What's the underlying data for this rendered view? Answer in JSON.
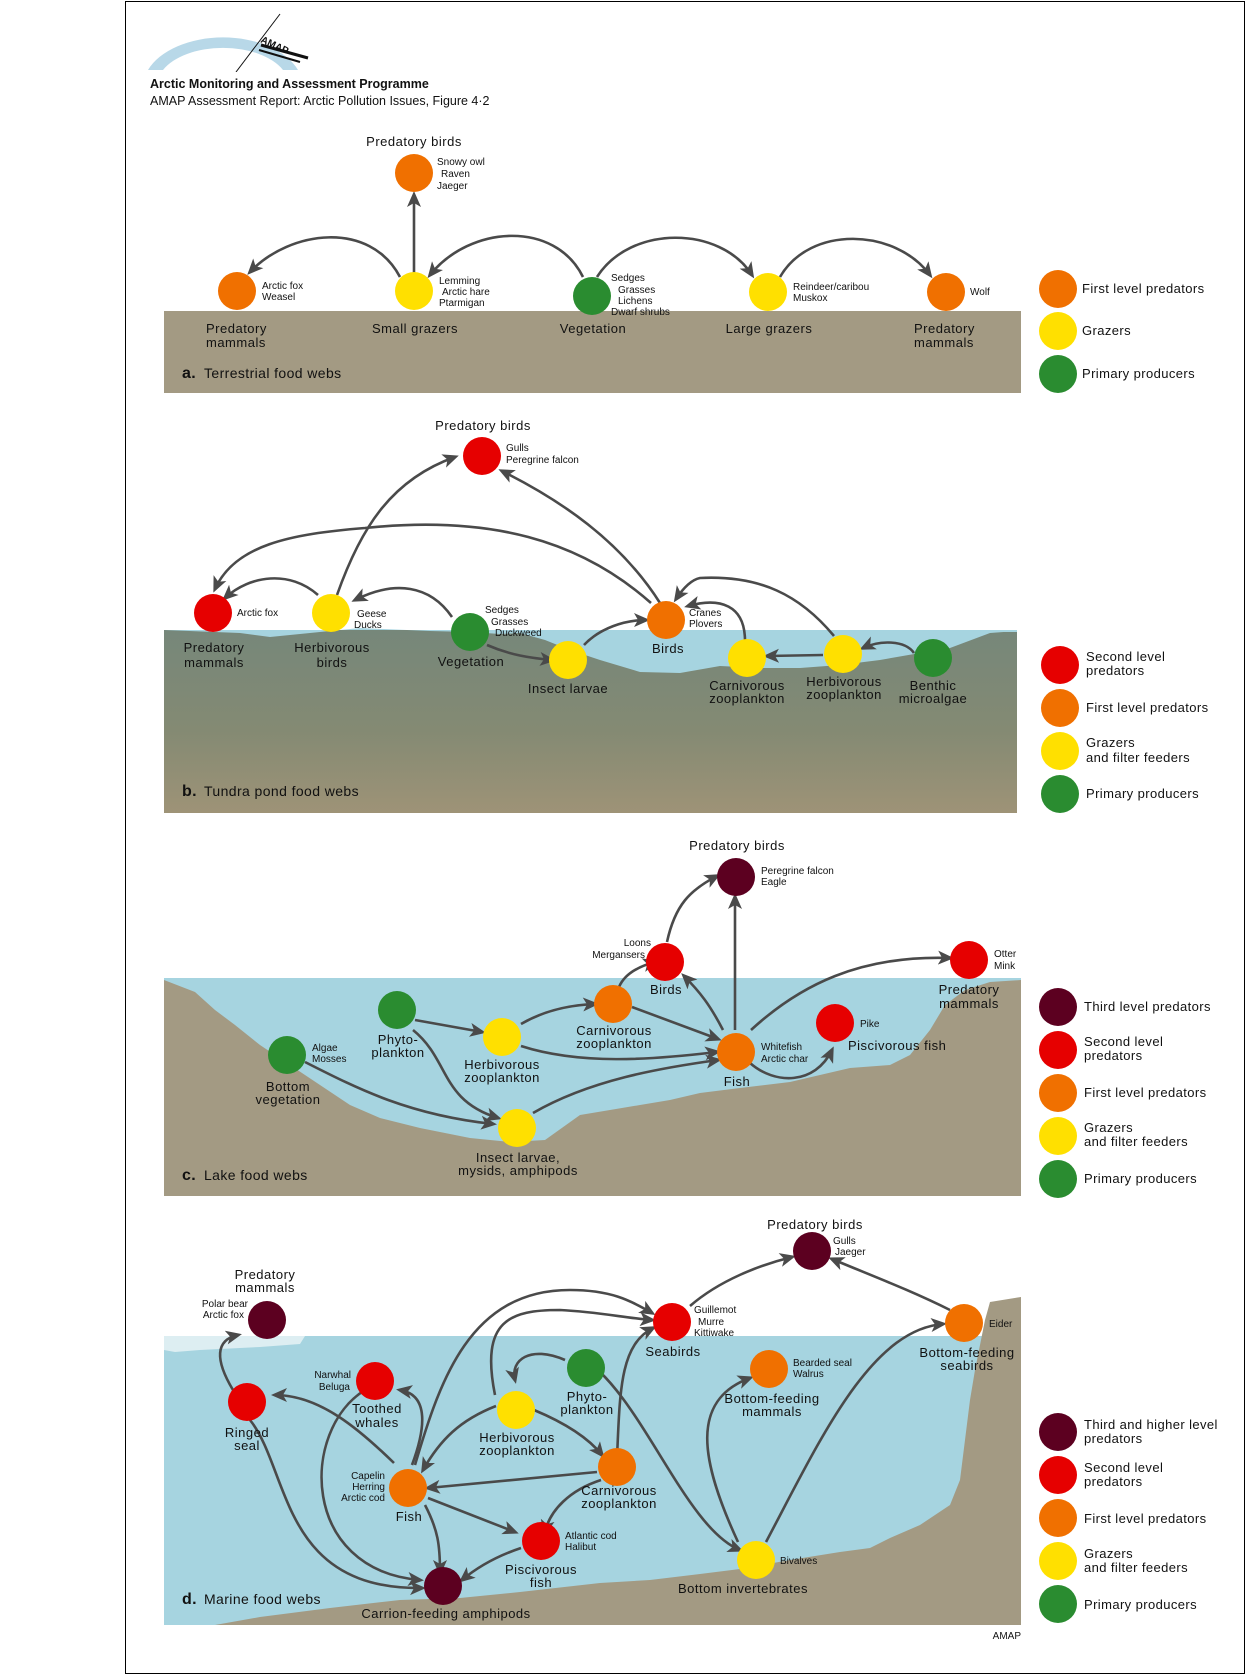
{
  "header": {
    "logo_text": "AMAP",
    "org_title": "Arctic Monitoring and Assessment Programme",
    "report_title": "AMAP Assessment Report: Arctic Pollution Issues, Figure 4·2"
  },
  "colors": {
    "third_level": "#5c0020",
    "second_level": "#e60000",
    "first_level": "#f07000",
    "grazers": "#ffe000",
    "primary": "#2a8c30",
    "ground": "#a39a83",
    "water": "#a6d4e0",
    "pond_ground": "#7d8a78",
    "arrow": "#4a4a4a"
  },
  "panels": {
    "terrestrial": {
      "letter": "a.",
      "title": "Terrestrial food webs",
      "nodes": {
        "predatory_birds": {
          "label": "Predatory birds",
          "species": [
            "Snowy owl",
            "Raven",
            "Jaeger"
          ],
          "level": "first_level"
        },
        "predatory_mammals_left": {
          "label": [
            "Predatory",
            "mammals"
          ],
          "species": [
            "Arctic fox",
            "Weasel"
          ],
          "level": "first_level"
        },
        "small_grazers": {
          "label": "Small grazers",
          "species": [
            "Lemming",
            "Arctic hare",
            "Ptarmigan"
          ],
          "level": "grazers"
        },
        "vegetation": {
          "label": "Vegetation",
          "species": [
            "Sedges",
            "Grasses",
            "Lichens",
            "Dwarf shrubs"
          ],
          "level": "primary"
        },
        "large_grazers": {
          "label": "Large grazers",
          "species": [
            "Reindeer/caribou",
            "Muskox"
          ],
          "level": "grazers"
        },
        "predatory_mammals_right": {
          "label": [
            "Predatory",
            "mammals"
          ],
          "species": [
            "Wolf"
          ],
          "level": "first_level"
        }
      },
      "legend": [
        "First level predators",
        "Grazers",
        "Primary producers"
      ]
    },
    "tundra_pond": {
      "letter": "b.",
      "title": "Tundra pond food webs",
      "nodes": {
        "predatory_birds": {
          "label": "Predatory birds",
          "species": [
            "Gulls",
            "Peregrine falcon"
          ],
          "level": "second_level"
        },
        "predatory_mammals": {
          "label": [
            "Predatory",
            "mammals"
          ],
          "species": [
            "Arctic fox"
          ],
          "level": "second_level"
        },
        "herbivorous_birds": {
          "label": [
            "Herbivorous",
            "birds"
          ],
          "species": [
            "Geese",
            "Ducks"
          ],
          "level": "grazers"
        },
        "vegetation": {
          "label": "Vegetation",
          "species": [
            "Sedges",
            "Grasses",
            "Duckweed"
          ],
          "level": "primary"
        },
        "insect_larvae": {
          "label": "Insect larvae",
          "species": [],
          "level": "grazers"
        },
        "birds": {
          "label": "Birds",
          "species": [
            "Cranes",
            "Plovers"
          ],
          "level": "first_level"
        },
        "carnivorous_zooplankton": {
          "label": [
            "Carnivorous",
            "zooplankton"
          ],
          "species": [],
          "level": "grazers"
        },
        "herbivorous_zooplankton": {
          "label": [
            "Herbivorous",
            "zooplankton"
          ],
          "species": [],
          "level": "grazers"
        },
        "benthic_microalgae": {
          "label": [
            "Benthic",
            "microalgae"
          ],
          "species": [],
          "level": "primary"
        }
      },
      "legend": [
        [
          "Second level",
          "predators"
        ],
        [
          "First level predators"
        ],
        [
          "Grazers",
          "and filter feeders"
        ],
        [
          "Primary producers"
        ]
      ]
    },
    "lake": {
      "letter": "c.",
      "title": "Lake food webs",
      "nodes": {
        "predatory_birds": {
          "label": "Predatory birds",
          "species": [
            "Peregrine falcon",
            "Eagle"
          ],
          "level": "third_level"
        },
        "birds": {
          "label": "Birds",
          "species": [
            "Loons",
            "Mergansers"
          ],
          "level": "second_level"
        },
        "predatory_mammals": {
          "label": [
            "Predatory",
            "mammals"
          ],
          "species": [
            "Otter",
            "Mink"
          ],
          "level": "second_level"
        },
        "phytoplankton": {
          "label": [
            "Phyto-",
            "plankton"
          ],
          "species": [],
          "level": "primary"
        },
        "carnivorous_zooplankton": {
          "label": [
            "Carnivorous",
            "zooplankton"
          ],
          "species": [],
          "level": "first_level"
        },
        "herbivorous_zooplankton": {
          "label": [
            "Herbivorous",
            "zooplankton"
          ],
          "species": [],
          "level": "grazers"
        },
        "bottom_vegetation": {
          "label": [
            "Bottom",
            "vegetation"
          ],
          "species": [
            "Algae",
            "Mosses"
          ],
          "level": "primary"
        },
        "fish": {
          "label": "Fish",
          "species": [
            "Whitefish",
            "Arctic char"
          ],
          "level": "first_level"
        },
        "piscivorous_fish": {
          "label": "Piscivorous fish",
          "species": [
            "Pike"
          ],
          "level": "second_level"
        },
        "insect_larvae": {
          "label": [
            "Insect larvae,",
            "mysids, amphipods"
          ],
          "species": [],
          "level": "grazers"
        }
      },
      "legend": [
        [
          "Third level predators"
        ],
        [
          "Second level",
          "predators"
        ],
        [
          "First level predators"
        ],
        [
          "Grazers",
          "and filter feeders"
        ],
        [
          "Primary producers"
        ]
      ]
    },
    "marine": {
      "letter": "d.",
      "title": "Marine food webs",
      "nodes": {
        "predatory_mammals": {
          "label": [
            "Predatory",
            "mammals"
          ],
          "species": [
            "Polar bear",
            "Arctic fox"
          ],
          "level": "third_level"
        },
        "predatory_birds": {
          "label": "Predatory birds",
          "species": [
            "Gulls",
            "Jaeger"
          ],
          "level": "third_level"
        },
        "seabirds": {
          "label": "Seabirds",
          "species": [
            "Guillemot",
            "Murre",
            "Kittiwake"
          ],
          "level": "second_level"
        },
        "bottom_feeding_seabirds": {
          "label": [
            "Bottom-feeding",
            "seabirds"
          ],
          "species": [
            "Eider"
          ],
          "level": "first_level"
        },
        "ringed_seal": {
          "label": [
            "Ringed",
            "seal"
          ],
          "species": [],
          "level": "second_level"
        },
        "toothed_whales": {
          "label": [
            "Toothed",
            "whales"
          ],
          "species": [
            "Narwhal",
            "Beluga"
          ],
          "level": "second_level"
        },
        "phytoplankton": {
          "label": [
            "Phyto-",
            "plankton"
          ],
          "species": [],
          "level": "primary"
        },
        "herbivorous_zooplankton": {
          "label": [
            "Herbivorous",
            "zooplankton"
          ],
          "species": [],
          "level": "grazers"
        },
        "bottom_feeding_mammals": {
          "label": [
            "Bottom-feeding",
            "mammals"
          ],
          "species": [
            "Bearded seal",
            "Walrus"
          ],
          "level": "first_level"
        },
        "fish": {
          "label": "Fish",
          "species": [
            "Capelin",
            "Herring",
            "Arctic cod"
          ],
          "level": "first_level"
        },
        "carnivorous_zooplankton": {
          "label": [
            "Carnivorous",
            "zooplankton"
          ],
          "species": [],
          "level": "first_level"
        },
        "piscivorous_fish": {
          "label": [
            "Piscivorous",
            "fish"
          ],
          "species": [
            "Atlantic cod",
            "Halibut"
          ],
          "level": "second_level"
        },
        "carrion_amphipods": {
          "label": "Carrion-feeding amphipods",
          "species": [],
          "level": "third_level"
        },
        "bottom_invertebrates": {
          "label": "Bottom invertebrates",
          "species": [
            "Bivalves"
          ],
          "level": "grazers"
        }
      },
      "legend": [
        [
          "Third and higher level",
          "predators"
        ],
        [
          "Second level",
          "predators"
        ],
        [
          "First level predators"
        ],
        [
          "Grazers",
          "and filter feeders"
        ],
        [
          "Primary producers"
        ]
      ]
    }
  },
  "credit": "AMAP"
}
